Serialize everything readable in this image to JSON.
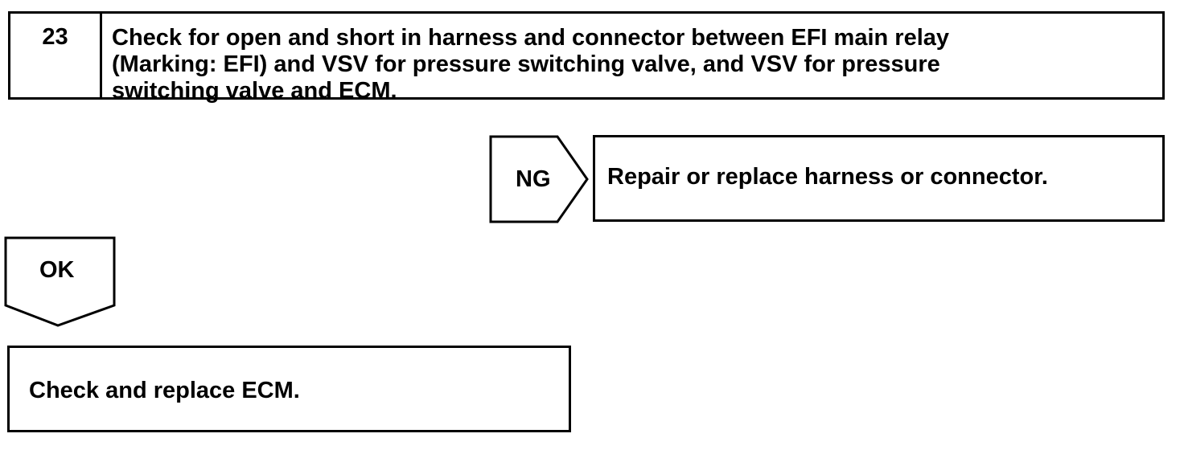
{
  "step": {
    "number": "23",
    "lines": [
      "Check for open and short in harness and connector between EFI main relay",
      "(Marking: EFI) and VSV for pressure switching valve, and VSV for pressure",
      "switching valve and ECM."
    ]
  },
  "ng_branch": {
    "label": "NG",
    "result": "Repair or replace harness or connector."
  },
  "ok_branch": {
    "label": "OK",
    "result": "Check and replace ECM."
  }
}
